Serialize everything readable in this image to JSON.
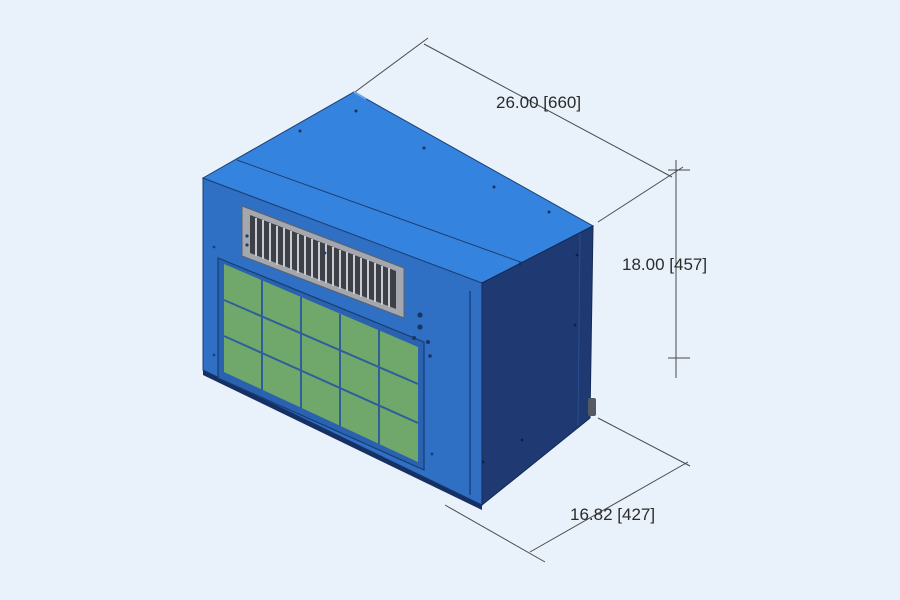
{
  "dimensions": {
    "length": "26.00 [660]",
    "height": "18.00 [457]",
    "depth": "16.82 [427]"
  },
  "colors": {
    "background": "#e9f1fa",
    "top_face": "#3483de",
    "front_face": "#2f6fc4",
    "side_face": "#1f3a72",
    "filter_green": "#6fa86a",
    "grille_gray": "#9a9ea4",
    "dimension_line": "#4a4a4a"
  }
}
